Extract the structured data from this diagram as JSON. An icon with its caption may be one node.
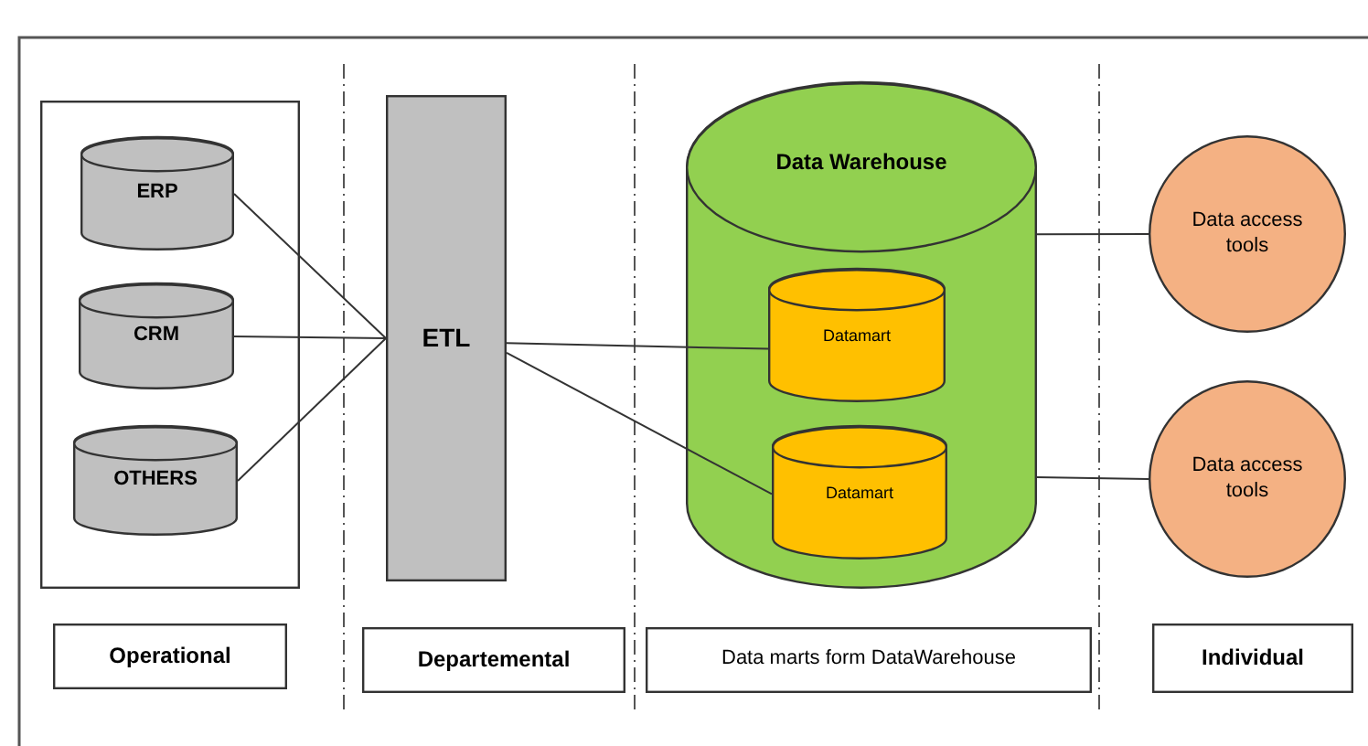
{
  "diagram": {
    "nodes": [
      {
        "text": [],
        "shape": "box"
      },
      {
        "text": [
          "ERP"
        ],
        "in": 0
      },
      {
        "text": [
          "CRM"
        ],
        "in": 0
      },
      {
        "text": [
          "OTHERS"
        ],
        "in": 0
      },
      {
        "text": [
          "ETL"
        ]
      },
      {
        "text": [
          "Data Warehouse"
        ]
      },
      {
        "text": [
          "Datamart"
        ],
        "in": 5
      },
      {
        "text": [
          "Datamart"
        ],
        "in": 5
      },
      {
        "text": [
          "Data access tools"
        ]
      },
      {
        "text": [
          "Data access tools"
        ]
      },
      {
        "text": [
          "Operational"
        ]
      },
      {
        "text": [
          "Departemental"
        ]
      },
      {
        "text": [
          "Data marts form DataWarehouse"
        ]
      },
      {
        "text": [
          "Individual"
        ]
      }
    ],
    "edges": [
      {
        "from": 1,
        "to": 4,
        "arrow": "none"
      },
      {
        "from": 2,
        "to": 4,
        "arrow": "none"
      },
      {
        "from": 3,
        "to": 4,
        "arrow": "none"
      },
      {
        "from": 4,
        "to": 6,
        "arrow": "none"
      },
      {
        "from": 4,
        "to": 7,
        "arrow": "none"
      },
      {
        "from": 5,
        "to": 8,
        "arrow": "none"
      },
      {
        "from": 5,
        "to": 9,
        "arrow": "none"
      }
    ]
  }
}
